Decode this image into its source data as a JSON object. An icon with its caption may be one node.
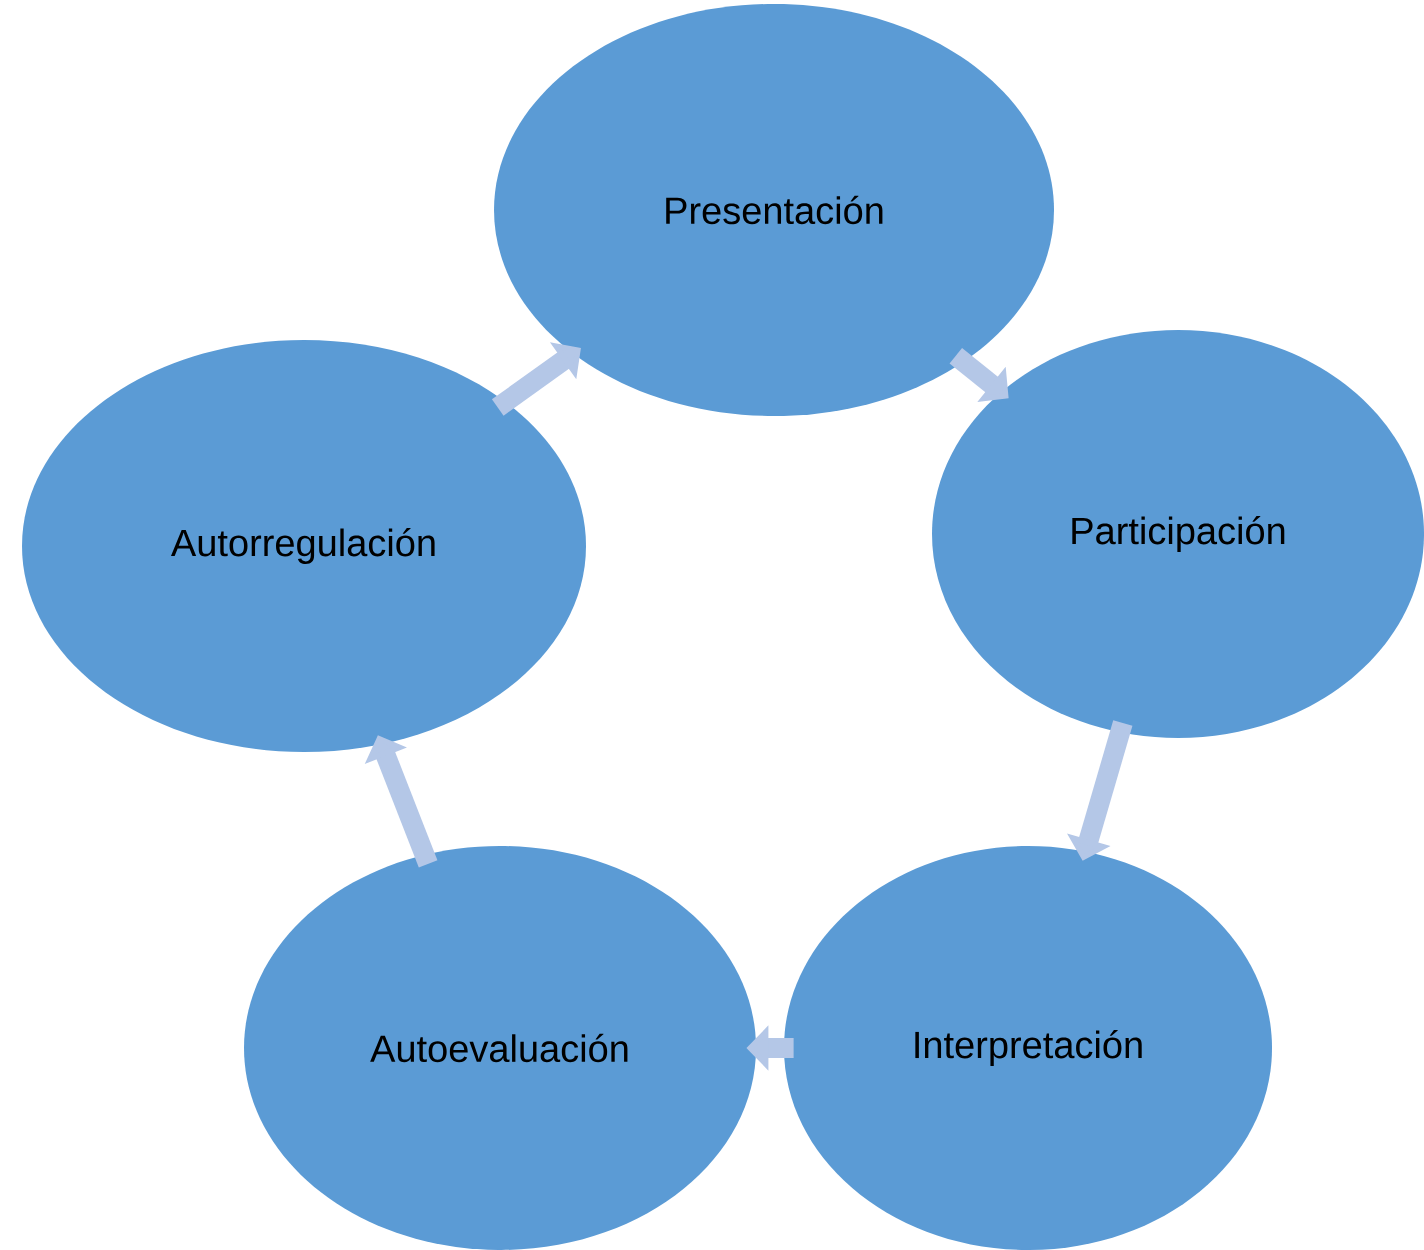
{
  "diagram": {
    "nodes": [
      {
        "text": [
          "Presentación"
        ]
      },
      {
        "text": [
          "Participación"
        ]
      },
      {
        "text": [
          "Interpretación"
        ]
      },
      {
        "text": [
          "Autoevaluación"
        ]
      },
      {
        "text": [
          "Autorregulación"
        ]
      }
    ],
    "edges": [
      {
        "from": 0,
        "to": 1,
        "arrow": "to"
      },
      {
        "from": 1,
        "to": 2,
        "arrow": "to"
      },
      {
        "from": 2,
        "to": 3,
        "arrow": "to"
      },
      {
        "from": 3,
        "to": 4,
        "arrow": "to"
      },
      {
        "from": 4,
        "to": 0,
        "arrow": "to"
      }
    ]
  }
}
